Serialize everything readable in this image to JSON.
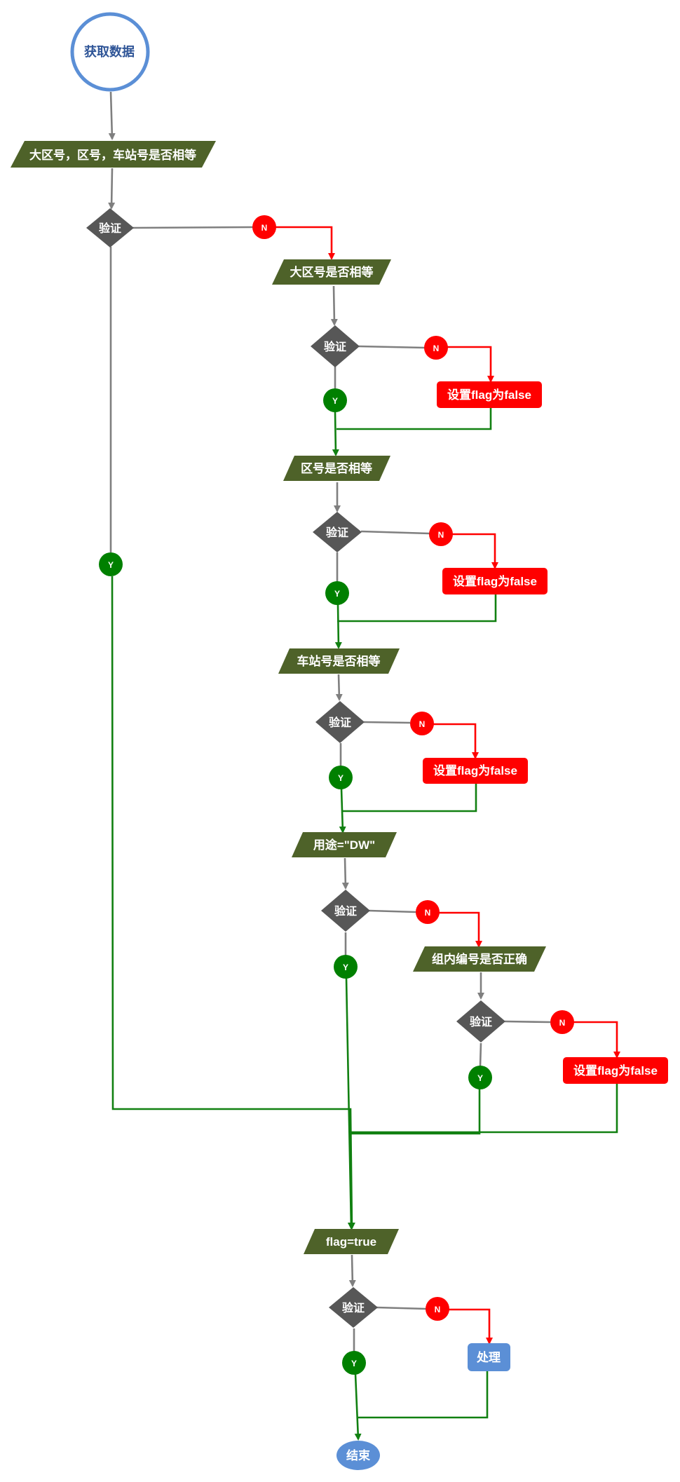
{
  "colors": {
    "start_stroke": "#5b8fd6",
    "start_text": "#2f5597",
    "parallelogram": "#4e6229",
    "diamond": "#575757",
    "action_red": "#ff0000",
    "process_blue": "#5b8fd6",
    "edge_gray": "#7f7f7f",
    "edge_red": "#ff0000",
    "edge_green": "#118011",
    "badge_no": "#ff0000",
    "badge_yes": "#008000"
  },
  "labels": {
    "start": "获取数据",
    "check_all": "大区号，区号，车站号是否相等",
    "check_region": "大区号是否相等",
    "check_area": "区号是否相等",
    "check_station": "车站号是否相等",
    "check_purpose": "用途=\"DW\"",
    "check_group": "组内编号是否正确",
    "flag_true": "flag=true",
    "verify": "验证",
    "set_flag_false": "设置flag为false",
    "process": "处理",
    "end": "结束",
    "yes": "Y",
    "no": "N"
  }
}
